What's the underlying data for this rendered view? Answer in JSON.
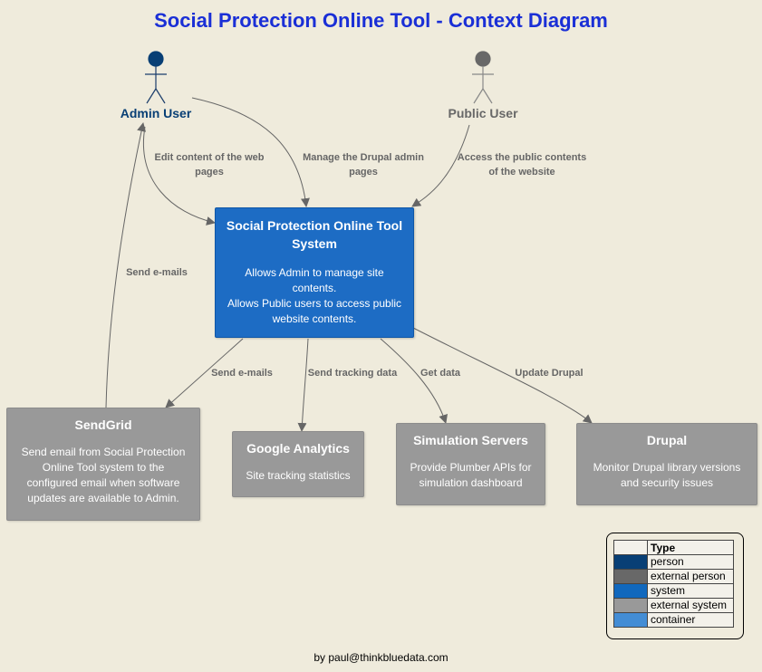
{
  "title": "Social Protection Online Tool - Context Diagram",
  "colors": {
    "person": "#083f75",
    "external_person": "#686868",
    "system": "#1168bd",
    "external_system": "#999999",
    "container": "#438dd5",
    "title": "#1a2fd6",
    "edge": "#666666"
  },
  "actors": {
    "admin": {
      "label": "Admin User",
      "icon": "person-icon"
    },
    "public": {
      "label": "Public User",
      "icon": "person-icon"
    }
  },
  "system": {
    "title_lines": [
      "Social Protection Online Tool",
      "System"
    ],
    "desc_lines": [
      "Allows Admin to manage site",
      "contents.",
      "Allows Public users to access public",
      "website contents."
    ]
  },
  "externals": {
    "sendgrid": {
      "title": "SendGrid",
      "desc_lines": [
        "Send email from Social Protection",
        "Online Tool system to the",
        "configured email when software",
        "updates are available to Admin."
      ]
    },
    "google": {
      "title": "Google Analytics",
      "desc_lines": [
        "Site tracking statistics"
      ]
    },
    "simulation": {
      "title": "Simulation Servers",
      "desc_lines": [
        "Provide Plumber APIs for",
        "simulation dashboard"
      ]
    },
    "drupal": {
      "title": "Drupal",
      "desc_lines": [
        "Monitor Drupal library versions",
        "and security issues"
      ]
    }
  },
  "relations": {
    "admin_edit": [
      "Edit content of the web",
      "pages"
    ],
    "admin_manage": [
      "Manage the Drupal admin",
      "pages"
    ],
    "public_access": [
      "Access the public contents",
      "of the website"
    ],
    "sendgrid_admin": [
      "Send e-mails"
    ],
    "system_sendgrid": [
      "Send e-mails"
    ],
    "system_google": [
      "Send tracking data"
    ],
    "system_simulation": [
      "Get data"
    ],
    "system_drupal": [
      "Update Drupal"
    ]
  },
  "legend": {
    "header": "Type",
    "rows": [
      {
        "label": "person",
        "color": "#083f75"
      },
      {
        "label": "external person",
        "color": "#686868"
      },
      {
        "label": "system",
        "color": "#1168bd"
      },
      {
        "label": "external system",
        "color": "#999999"
      },
      {
        "label": "container",
        "color": "#438dd5"
      }
    ]
  },
  "credit": "by paul@thinkbluedata.com"
}
